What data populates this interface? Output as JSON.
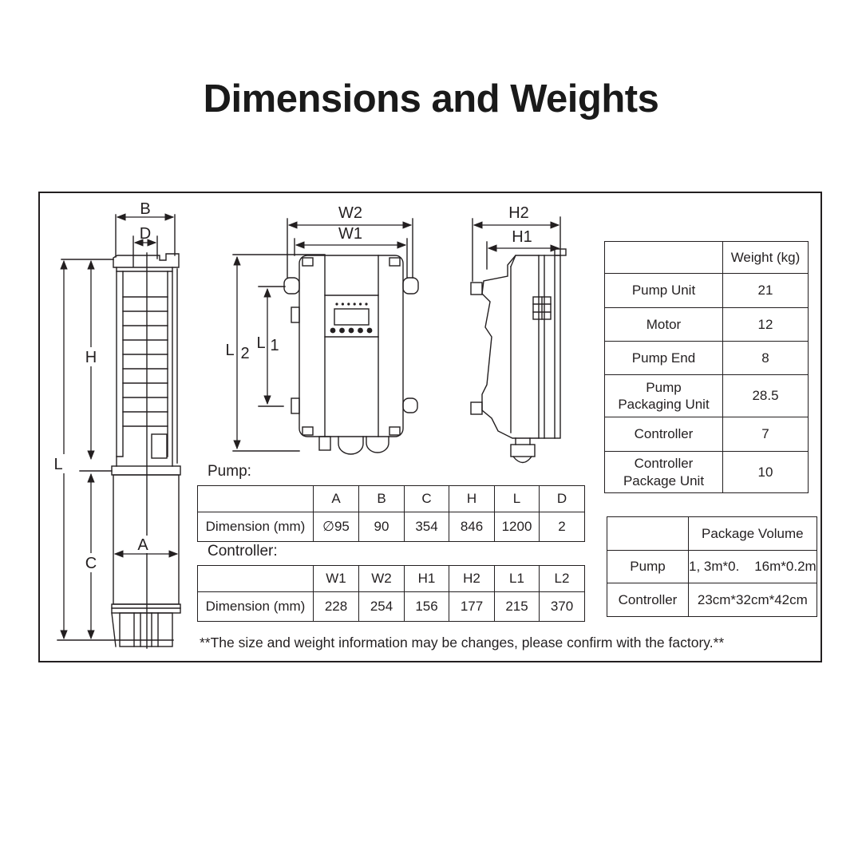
{
  "title": "Dimensions and Weights",
  "weight_table": {
    "header": [
      "",
      "Weight (kg)"
    ],
    "rows": [
      {
        "label": "Pump Unit",
        "value": "21"
      },
      {
        "label": "Motor",
        "value": "12"
      },
      {
        "label": "Pump End",
        "value": "8"
      },
      {
        "label": "Pump Packaging Unit",
        "value": "28.5"
      },
      {
        "label": "Controller",
        "value": "7"
      },
      {
        "label": "Controller Package Unit",
        "value": "10"
      }
    ]
  },
  "pump_section": {
    "label": "Pump:",
    "columns": [
      "A",
      "B",
      "C",
      "H",
      "L",
      "D"
    ],
    "row_label": "Dimension (mm)",
    "values": [
      "∅95",
      "90",
      "354",
      "846",
      "1200",
      "2"
    ]
  },
  "controller_section": {
    "label": "Controller:",
    "columns": [
      "W1",
      "W2",
      "H1",
      "H2",
      "L1",
      "L2"
    ],
    "row_label": "Dimension (mm)",
    "values": [
      "228",
      "254",
      "156",
      "177",
      "215",
      "370"
    ]
  },
  "package_table": {
    "header": [
      "",
      "Package Volume"
    ],
    "rows": [
      {
        "label": "Pump",
        "value": "1, 3m*0.    16m*0.2m"
      },
      {
        "label": "Controller",
        "value": "23cm*32cm*42cm"
      }
    ]
  },
  "footnote": "**The size and weight information may be changes, please confirm with the factory.**",
  "drawing_labels": {
    "pump": {
      "b": "B",
      "d": "D",
      "h": "H",
      "l": "L",
      "c": "C",
      "a": "A"
    },
    "controller_front": {
      "w2": "W2",
      "w1": "W1",
      "l2_letter": "L",
      "l2_digit": "2",
      "l1_letter": "L",
      "l1_digit": "1"
    },
    "controller_side": {
      "h2": "H2",
      "h1": "H1"
    }
  },
  "colors": {
    "ink": "#231f20",
    "background": "#ffffff"
  }
}
